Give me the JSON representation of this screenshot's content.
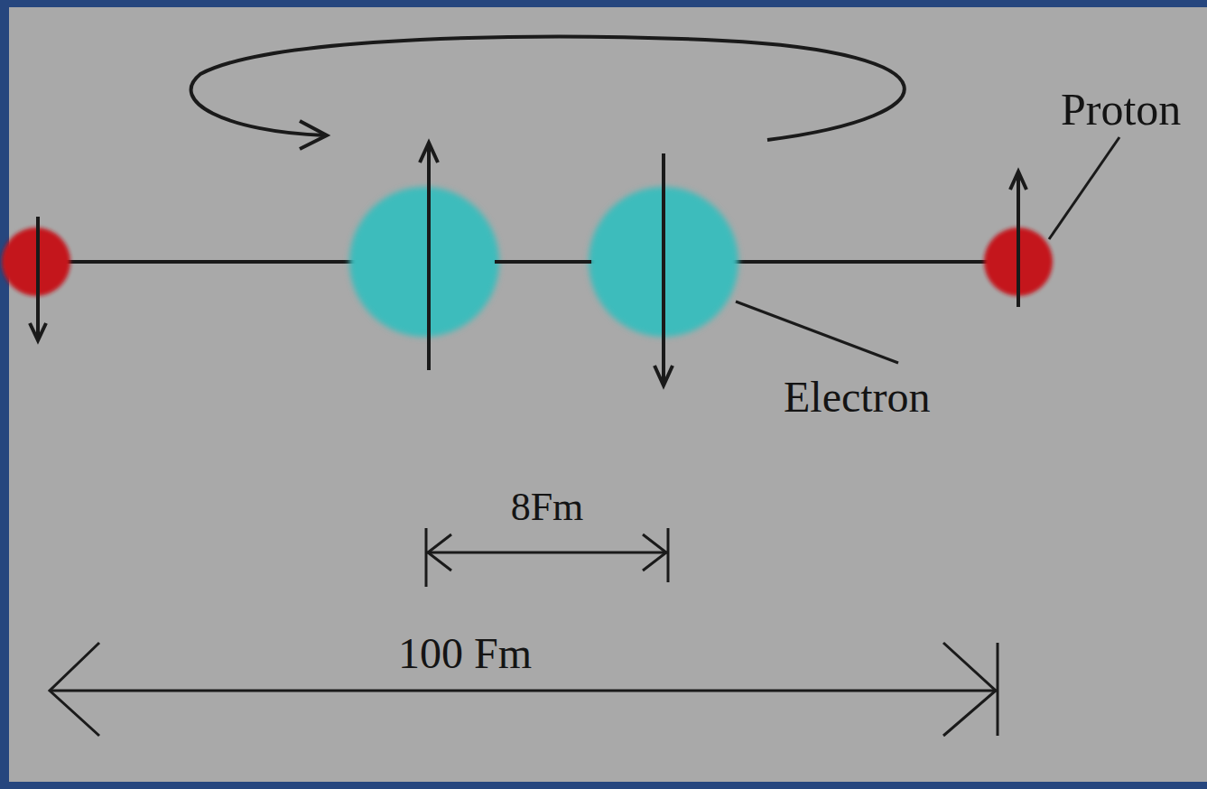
{
  "diagram": {
    "labels": [
      "Proton",
      "Electron",
      "8Fm",
      "100 Fm"
    ]
  }
}
